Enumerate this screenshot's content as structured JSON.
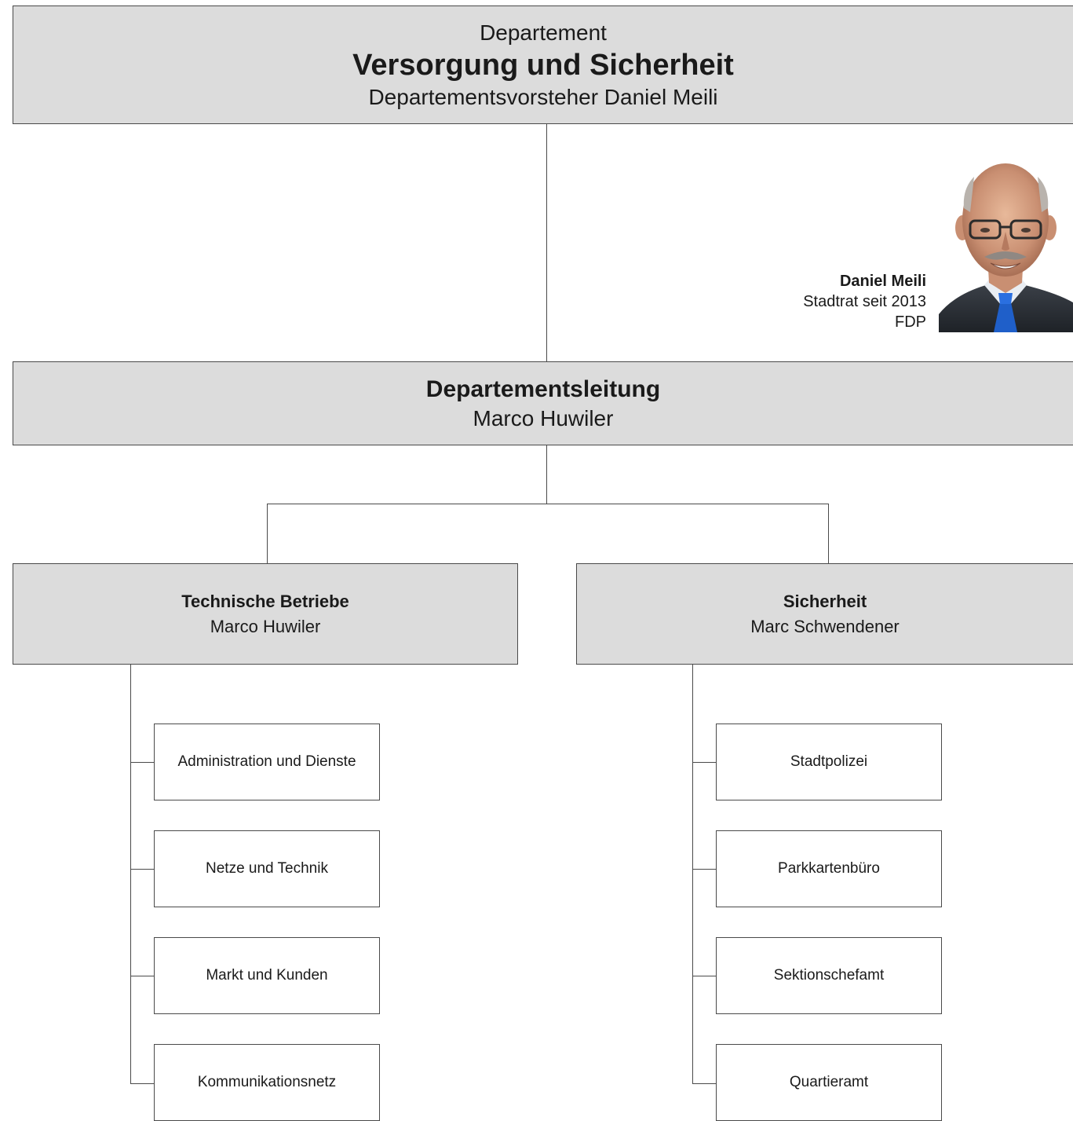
{
  "department": {
    "label": "Departement",
    "name": "Versorgung und Sicherheit",
    "head": "Departementsvorsteher Daniel Meili"
  },
  "person": {
    "name": "Daniel Meili",
    "role": "Stadtrat seit 2013",
    "party": "FDP"
  },
  "leitung": {
    "title": "Departementsleitung",
    "name": "Marco Huwiler"
  },
  "divisions": [
    {
      "title": "Technische Betriebe",
      "head": "Marco Huwiler",
      "units": [
        "Administration und Dienste",
        "Netze und Technik",
        "Markt und Kunden",
        "Kommunikationsnetz"
      ]
    },
    {
      "title": "Sicherheit",
      "head": "Marc Schwendener",
      "units": [
        "Stadtpolizei",
        "Parkkartenbüro",
        "Sektionschefamt",
        "Quartieramt"
      ]
    }
  ]
}
